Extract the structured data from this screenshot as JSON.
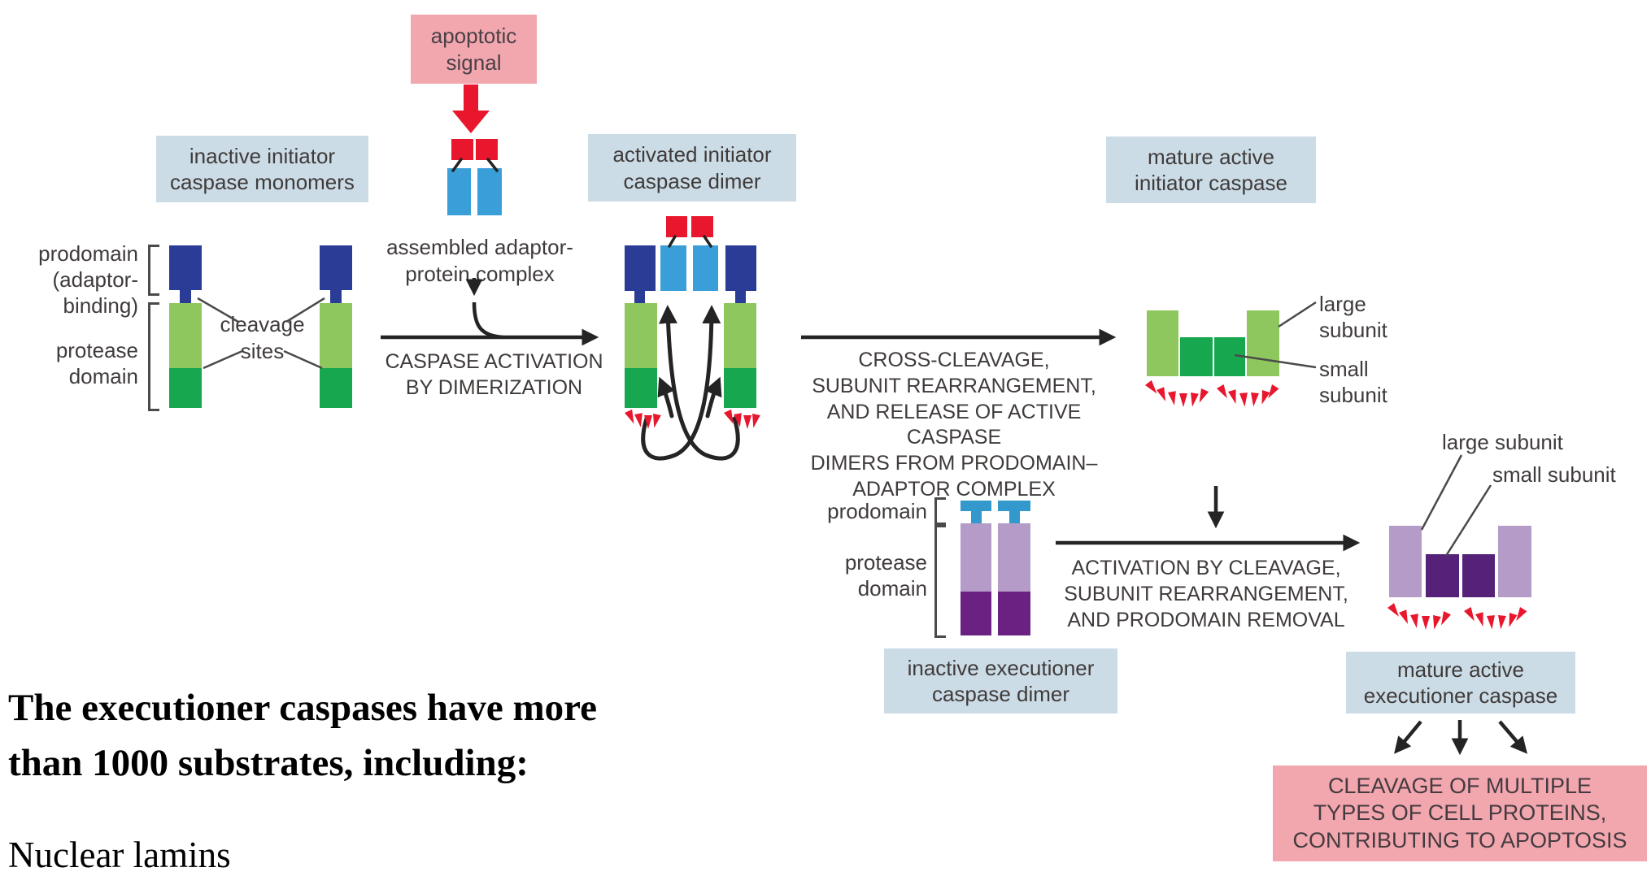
{
  "colors": {
    "pink": "#f2a6ae",
    "red": "#e8172d",
    "sky_blue": "#3a9fd9",
    "t_blue": "#3399cc",
    "dark_blue": "#2a3c96",
    "light_green": "#8fc75f",
    "dark_green": "#17a74e",
    "label_bg": "#ccdce6",
    "light_purple": "#b59cc8",
    "dark_purple": "#6b2181",
    "deep_purple": "#552179",
    "line": "#242424",
    "text": "#3f3b3a"
  },
  "diagram": {
    "apoptotic_signal": "apoptotic\nsignal",
    "inactive_monomers_label": "inactive initiator\ncaspase monomers",
    "assembled_adaptor": "assembled adaptor-\nprotein complex",
    "prodomain_adaptor_label": "prodomain\n(adaptor-\nbinding)",
    "protease_domain_label": "protease\ndomain",
    "cleavage_sites_label": "cleavage\nsites",
    "step1_label": "CASPASE ACTIVATION\nBY DIMERIZATION",
    "activated_dimer_label": "activated initiator\ncaspase dimer",
    "step2_label": "CROSS-CLEAVAGE,\nSUBUNIT REARRANGEMENT,\nAND RELEASE OF ACTIVE CASPASE\nDIMERS FROM PRODOMAIN–\nADAPTOR COMPLEX",
    "mature_initiator_label": "mature active\ninitiator caspase",
    "large_subunit_initiator": "large\nsubunit",
    "small_subunit_initiator": "small\nsubunit",
    "prodomain_label": "prodomain",
    "protease_domain_exec_label": "protease\ndomain",
    "inactive_exec_label": "inactive executioner\ncaspase dimer",
    "step3_label": "ACTIVATION BY CLEAVAGE,\nSUBUNIT REARRANGEMENT,\nAND PRODOMAIN REMOVAL",
    "large_subunit_exec": "large subunit",
    "small_subunit_exec": "small subunit",
    "mature_exec_label": "mature active\nexecutioner caspase",
    "cleavage_box": "CLEAVAGE OF MULTIPLE\nTYPES OF CELL PROTEINS,\nCONTRIBUTING TO APOPTOSIS"
  },
  "caption": {
    "intro": "The executioner caspases have more\nthan 1000 substrates, including:",
    "substrate1": "Nuclear lamins"
  }
}
